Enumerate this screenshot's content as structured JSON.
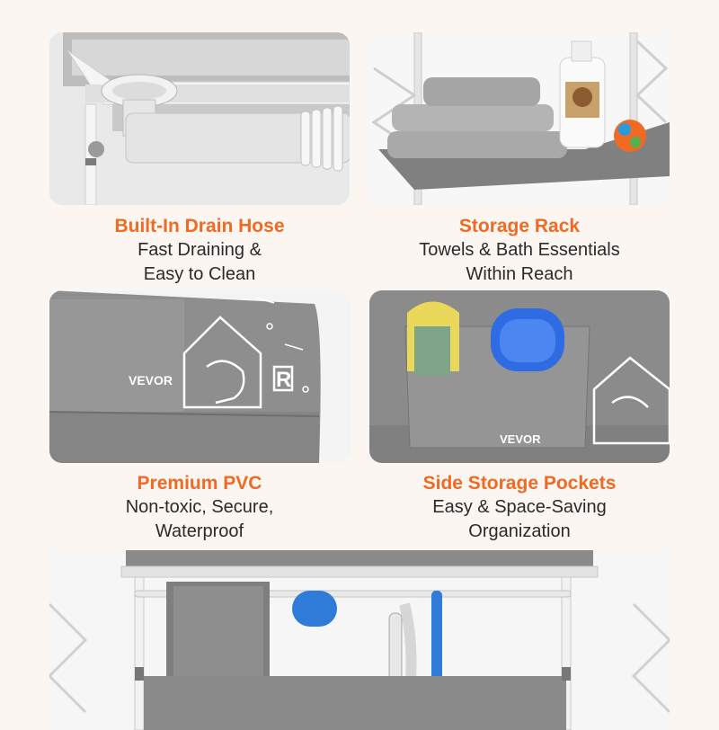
{
  "features": [
    {
      "title": "Built-In Drain Hose",
      "lines": [
        "Fast Draining &",
        "Easy to Clean"
      ]
    },
    {
      "title": "Storage Rack",
      "lines": [
        "Towels & Bath Essentials",
        "Within Reach"
      ]
    },
    {
      "title": "Premium PVC",
      "lines": [
        "Non-toxic, Secure,",
        "Waterproof"
      ]
    },
    {
      "title": "Side Storage Pockets",
      "lines": [
        "Easy & Space-Saving",
        "Organization"
      ]
    }
  ],
  "brand": {
    "name": "VEVOR",
    "letter_r": "R"
  },
  "colors": {
    "accent": "#f06a23",
    "fabric": "#8c8c8c",
    "text": "#2a2a2a"
  }
}
